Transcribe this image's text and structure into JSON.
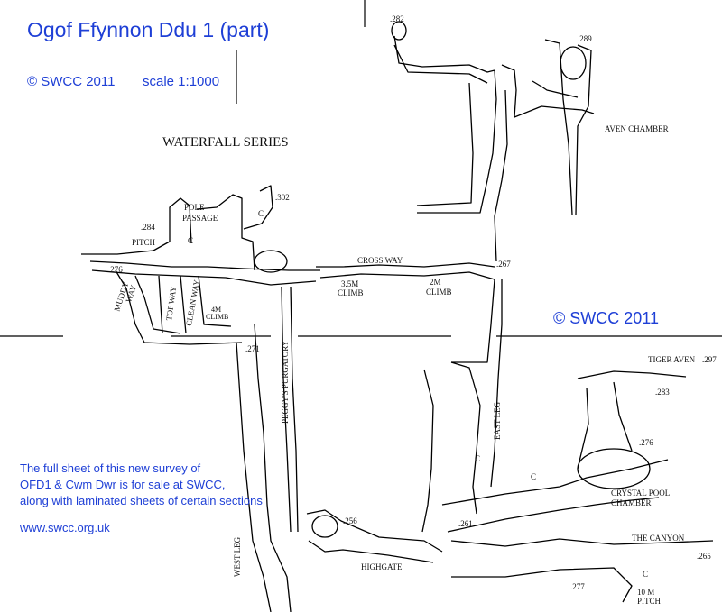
{
  "header": {
    "title": "Ogof Ffynnon Ddu 1 (part)",
    "copyright": "© SWCC 2011",
    "scale": "scale 1:1000"
  },
  "watermark": "© SWCC 2011",
  "info": {
    "line1": "The full sheet of this new survey of",
    "line2": "OFD1 & Cwm Dwr is for sale at SWCC,",
    "line3": "along with laminated sheets of certain sections",
    "website": "www.swcc.org.uk"
  },
  "map_labels": {
    "waterfall_series": "WATERFALL SERIES",
    "pole": "POLE",
    "passage": "PASSAGE",
    "pitch": "PITCH",
    "muddy": "MUDDY",
    "way": "WAY",
    "top_way": "TOP WAY",
    "clean_way": "CLEAN WAY",
    "climb_4m_a": "4M",
    "climb_4m_b": "CLIMB",
    "cross_way": "CROSS WAY",
    "climb_35_a": "3.5M",
    "climb_35_b": "CLIMB",
    "climb_2m_a": "2M",
    "climb_2m_b": "CLIMB",
    "peggys": "PEGGY'S PURGATORY",
    "west_leg": "WEST LEG",
    "east_leg": "EAST LEG",
    "highgate": "HIGHGATE",
    "aven_chamber": "AVEN CHAMBER",
    "tiger_aven": "TIGER AVEN",
    "crystal_a": "CRYSTAL POOL",
    "crystal_b": "CHAMBER",
    "canyon": "THE CANYON",
    "pitch10_a": "10 M",
    "pitch10_b": "PITCH",
    "c": "C"
  },
  "survey_stations": {
    "s282": ".282",
    "s289": ".289",
    "s302": ".302",
    "s284": ".284",
    "s276": ".276",
    "s267": ".267",
    "s271": ".271",
    "s297": ".297",
    "s283": ".283",
    "s276b": ".276",
    "s256": ".256",
    "s261": ".261",
    "s265": ".265",
    "s277": ".277"
  }
}
